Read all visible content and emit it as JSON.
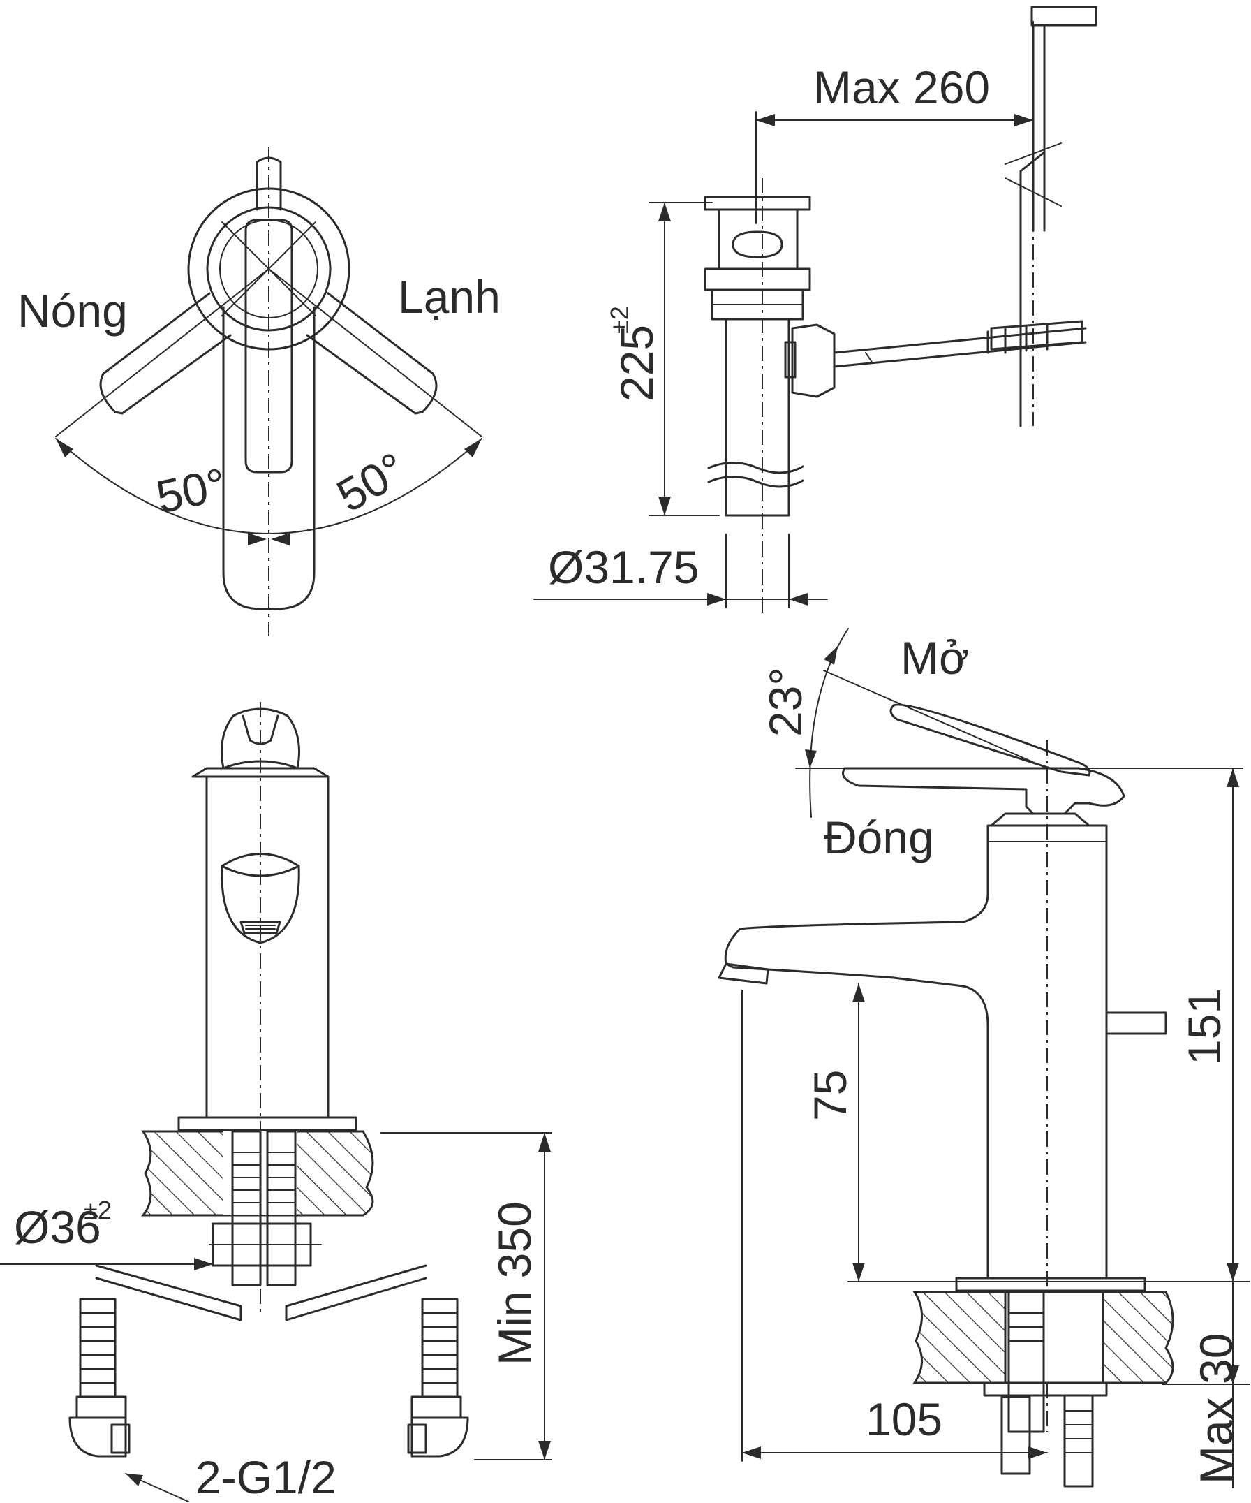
{
  "labels": {
    "hot": "Nóng",
    "cold": "Lạnh",
    "angle_left": "50°",
    "angle_right": "50°",
    "max_260": "Max 260",
    "dim_225": "225",
    "tol_225": "±2",
    "dia_3175": "Ø31.75",
    "open": "Mở",
    "angle_23": "23°",
    "closed": "Đóng",
    "dim_151": "151",
    "dim_75": "75",
    "dim_105": "105",
    "max_30": "Max 30",
    "dia_36": "Ø36",
    "tol_36": "±2",
    "min_350": "Min 350",
    "thread": "2-G1/2"
  },
  "colors": {
    "line": "#2b2b2b",
    "background": "#ffffff"
  }
}
